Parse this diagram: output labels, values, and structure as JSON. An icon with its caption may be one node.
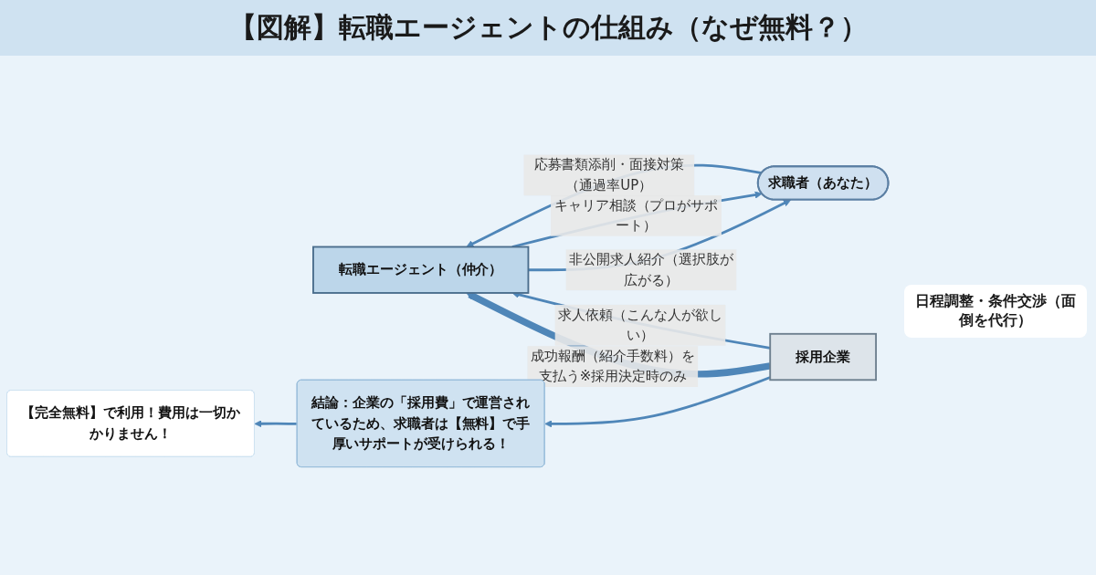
{
  "diagram": {
    "title": "【図解】転職エージェントの仕組み（なぜ無料？）",
    "nodes": [
      {
        "text": [
          "求職者（あなた）"
        ]
      },
      {
        "text": [
          "【完全無料】で利用！費用は一切かかりません！"
        ]
      },
      {
        "text": [
          "転職エージェント（仲介）"
        ]
      },
      {
        "text": [
          "採用企業"
        ]
      },
      {
        "text": [
          "結論：企業の「採用費」で運営されているため、求職者は【無料】で手厚いサポートが受けられる！"
        ]
      }
    ],
    "edges": [
      {
        "from": 2,
        "to": 0,
        "arrow": "to",
        "label": "キャリア相談（プロがサポート）"
      },
      {
        "from": 2,
        "to": 0,
        "arrow": "to",
        "label": "非公開求人紹介（選択肢が広がる）"
      },
      {
        "from": 0,
        "to": 2,
        "arrow": "to",
        "label": "応募書類添削・面接対策（通過率UP）"
      },
      {
        "from": 3,
        "to": 2,
        "arrow": "to",
        "label": "求人依頼（こんな人が欲しい）"
      },
      {
        "from": 3,
        "to": 2,
        "arrow": "to",
        "label": "成功報酬（紹介手数料）を支払う※採用決定時のみ",
        "style": "thick"
      },
      {
        "from": 3,
        "to": 4,
        "arrow": "to"
      },
      {
        "from": 4,
        "to": 1,
        "arrow": "to"
      }
    ],
    "labels": [
      "日程調整・条件交渉（面倒を代行）"
    ]
  }
}
